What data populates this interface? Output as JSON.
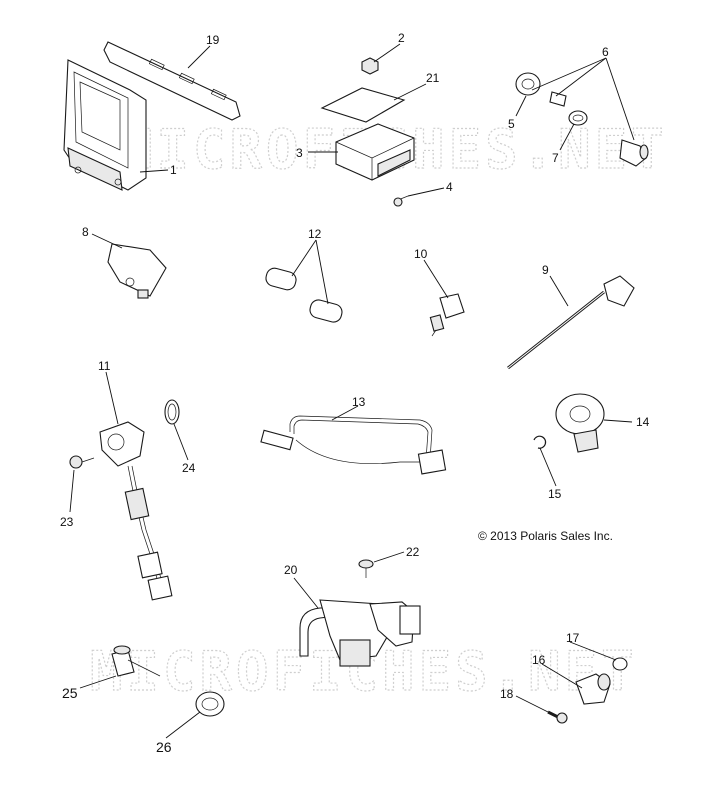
{
  "watermark": "MICROFICHES.NET",
  "copyright": "© 2013 Polaris Sales Inc.",
  "callouts": {
    "c1": "1",
    "c2": "2",
    "c3": "3",
    "c4": "4",
    "c5": "5",
    "c6": "6",
    "c7": "7",
    "c8": "8",
    "c9": "9",
    "c10": "10",
    "c11": "11",
    "c12": "12",
    "c13": "13",
    "c14": "14",
    "c15": "15",
    "c16": "16",
    "c17": "17",
    "c18": "18",
    "c19": "19",
    "c20": "20",
    "c21": "21",
    "c22": "22",
    "c23": "23",
    "c24": "24",
    "c25": "25",
    "c26": "26"
  }
}
